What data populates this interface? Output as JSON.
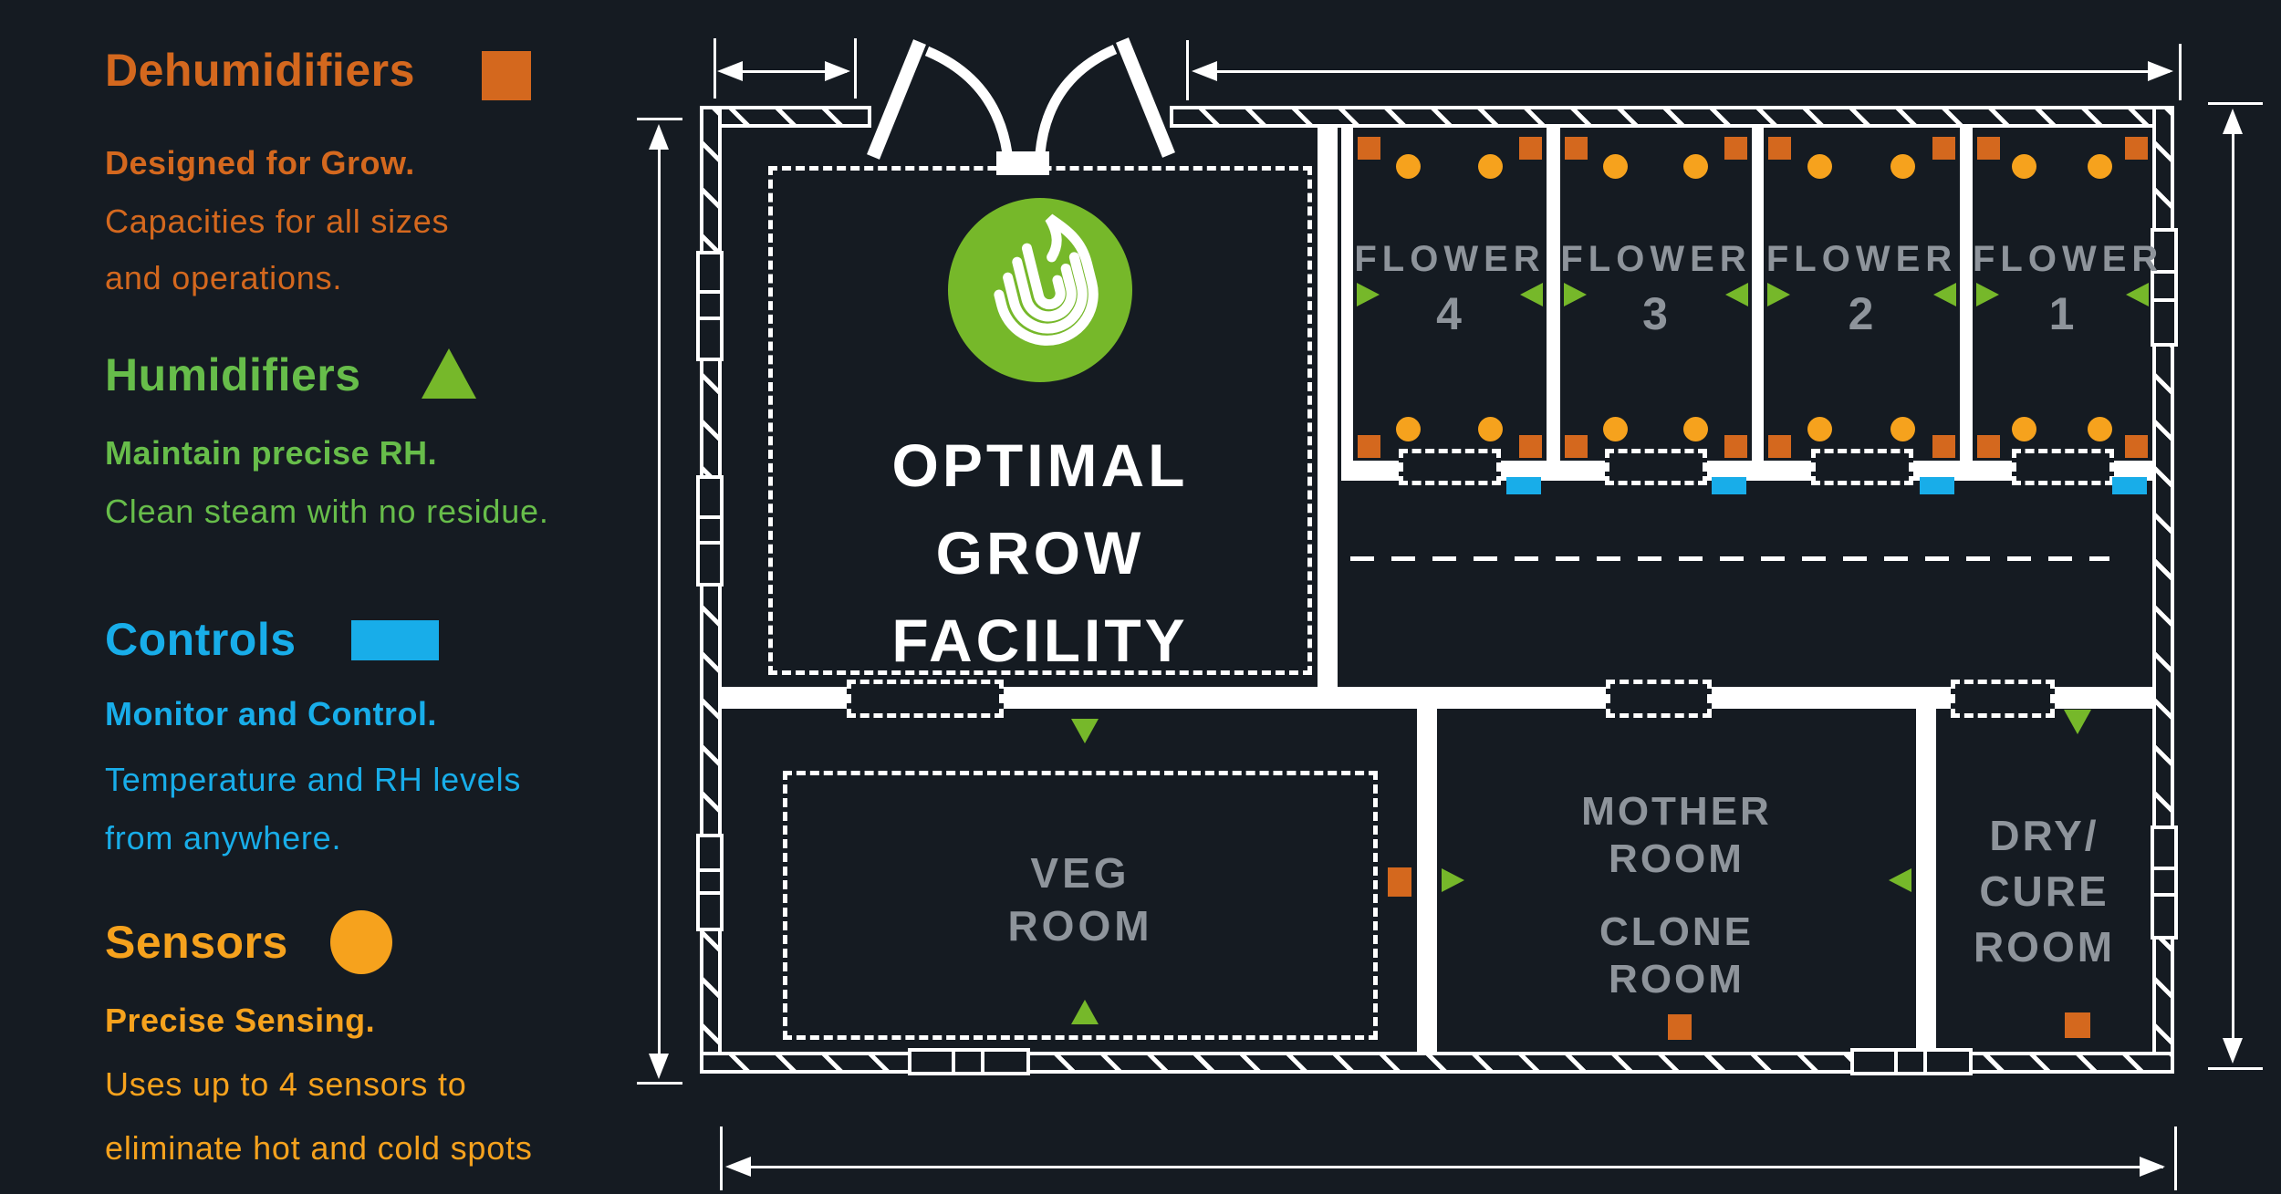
{
  "colors": {
    "background": "#151b22",
    "orange": "#d4681e",
    "amber": "#f6a21d",
    "green": "#76b82a",
    "green_text": "#67bd4a",
    "blue": "#18ade9",
    "gray": "#8e949b"
  },
  "legend": {
    "items": [
      {
        "id": "dehumidifiers",
        "title": "Dehumidifiers",
        "swatch": "square",
        "tagline": "Designed for Grow.",
        "lines": [
          "Capacities for all sizes",
          "and operations."
        ]
      },
      {
        "id": "humidifiers",
        "title": "Humidifiers",
        "swatch": "triangle",
        "tagline": "Maintain precise RH.",
        "lines": [
          "Clean steam with no residue."
        ]
      },
      {
        "id": "controls",
        "title": "Controls",
        "swatch": "rectangle",
        "tagline": "Monitor and Control.",
        "lines": [
          "Temperature and RH levels",
          "from anywhere."
        ]
      },
      {
        "id": "sensors",
        "title": "Sensors",
        "swatch": "circle",
        "tagline": "Precise Sensing.",
        "lines": [
          "Uses up to 4 sensors to",
          "eliminate hot and cold spots"
        ]
      }
    ]
  },
  "plan": {
    "facility_title_lines": [
      "OPTIMAL",
      "GROW",
      "FACILITY"
    ],
    "flower_rooms": [
      {
        "label": "FLOWER",
        "number": "4"
      },
      {
        "label": "FLOWER",
        "number": "3"
      },
      {
        "label": "FLOWER",
        "number": "2"
      },
      {
        "label": "FLOWER",
        "number": "1"
      }
    ],
    "veg_room_lines": [
      "VEG",
      "ROOM"
    ],
    "mother_room_lines": [
      "MOTHER",
      "ROOM"
    ],
    "clone_room_lines": [
      "CLONE",
      "ROOM"
    ],
    "dry_cure_room_lines": [
      "DRY/",
      "CURE",
      "ROOM"
    ]
  }
}
